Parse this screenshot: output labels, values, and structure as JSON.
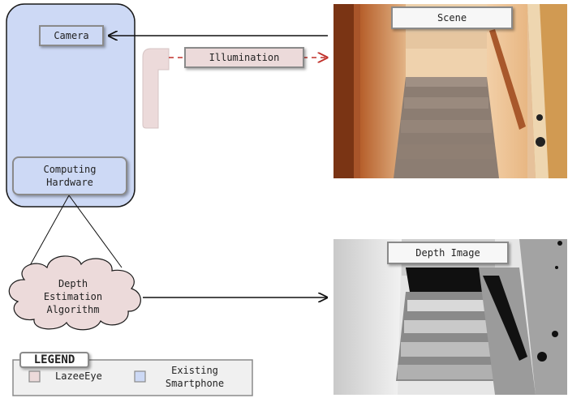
{
  "colors": {
    "smartphone_fill": "#cdd9f5",
    "lazeeeye_fill": "#ecdada",
    "arrow_black": "#111111",
    "arrow_red": "#c0302a",
    "box_border": "#8a8a8a"
  },
  "smartphone": {
    "camera_label": "Camera",
    "computing_label": "Computing\nHardware"
  },
  "illumination": {
    "label": "Illumination"
  },
  "scene": {
    "label": "Scene"
  },
  "depth_image": {
    "label": "Depth Image"
  },
  "algorithm": {
    "label": "Depth\nEstimation\nAlgorithm"
  },
  "legend": {
    "title": "LEGEND",
    "items": [
      {
        "label": "LazeeEye",
        "color": "#ecdada"
      },
      {
        "label": "Existing\nSmartphone",
        "color": "#cdd9f5"
      }
    ]
  }
}
